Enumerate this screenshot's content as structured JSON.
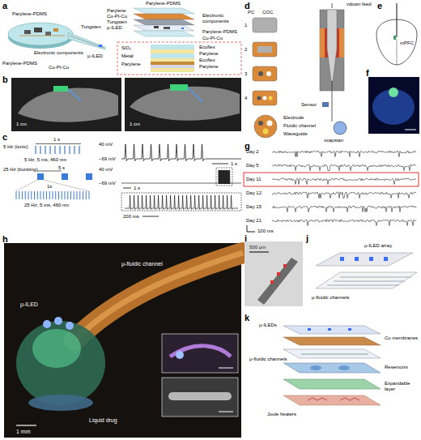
{
  "diagram": {
    "labels": [
      "a",
      "Parylene-PDMS",
      "Tungsten",
      "μ-ILED",
      "Electronic components",
      "Parylene-PDMS",
      "Cu-PI-Cu",
      "Parylene-PDMS",
      "Parylene",
      "Cu-PI-Cu",
      "Tungsten",
      "μ-ILED",
      "Electronic components",
      "Parylene-PDMS",
      "Cu-PI-Cu",
      "SiO₂",
      "Metal",
      "Parylene",
      "Ecoflex",
      "Parylene",
      "Ecoflex",
      "Parylene",
      "b",
      "1 cm",
      "1 cm",
      "c",
      "5 Hz (tonic)",
      "1 s",
      "5 Hz, 5 ms, 460 nm",
      "25 Hz (bursting)",
      "5 s",
      "1s",
      "25 Hz, 5 ms, 460 nm",
      "40 mV",
      "−69 mV",
      "1 s",
      "40 mV",
      "−69 mV",
      "1 s",
      "200 ms",
      "d",
      "PC",
      "COC",
      "1",
      "2",
      "3",
      "4",
      "Electrode",
      "Fluidic channel",
      "Waveguide",
      "Sensor",
      "νdown feed",
      "νcapstan",
      "e",
      "mPFC",
      "f",
      "g",
      "Day 2",
      "Day 5",
      "Day 11",
      "Day 12",
      "Day 15",
      "Day 21",
      "100 ms",
      "h",
      "μ-fluidic channel",
      "μ-ILED",
      "Liquid drug",
      "1 mm",
      "i",
      "500 μm",
      "j",
      "μ-ILED array",
      "μ-fluidic channels",
      "k",
      "μ-ILEDs",
      "Cu membranes",
      "μ-fluidic channels",
      "Reservoirs",
      "Expandable layer",
      "Joule heaters"
    ]
  }
}
